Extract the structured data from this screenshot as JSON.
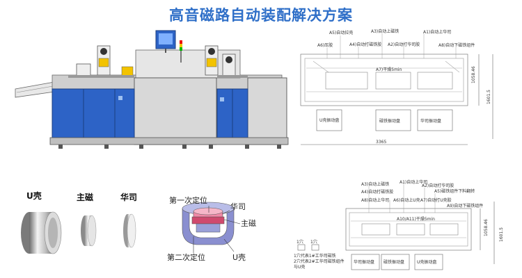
{
  "title": "高音磁路自动装配解决方案",
  "layout_top": {
    "labels": [
      "A5)自动拉壳",
      "A3)自动上磁铁",
      "A1)自动上华司",
      "A6)压胶",
      "A4)自动打磁铁胶",
      "A2)自动打华司胶",
      "A8)自动下磁铁组件",
      "A7)干燥5min",
      "U壳振动盘",
      "磁铁振动盘",
      "华司振动盘"
    ],
    "dims": [
      "1058.46",
      "1601.5",
      "3365"
    ]
  },
  "layout_bottom": {
    "labels": [
      "A3)自动上磁铁",
      "A1)自动上华司",
      "A4)自动打磁铁胶",
      "A2)自动打华司胶",
      "A5)磁铁组件下料翻转",
      "A8)自动上华司",
      "A6)自动上U壳",
      "A7)自动打U壳胶",
      "A9)自动下磁铁组件",
      "A10/A11)干燥5min",
      "华司振动盘",
      "磁铁振动盘",
      "U壳振动盘"
    ],
    "dims": [
      "1058.46",
      "1601.5"
    ],
    "notes": [
      "1穴",
      "1穴",
      "1穴代表1#工华司磁铁",
      "2穴代表2#工华司磁铁组件",
      "与U壳"
    ]
  },
  "parts": {
    "u_shell": "U壳",
    "main_magnet": "主磁",
    "washer": "华司"
  },
  "cross_section": {
    "first_position": "第一次定位",
    "second_position": "第二次定位",
    "washer": "华司",
    "main_magnet": "主磁",
    "u_shell": "U壳"
  },
  "colors": {
    "title": "#2f6fc8",
    "machine_blue": "#2d63c6",
    "machine_gray": "#d9d9d9",
    "accent_pink": "#e64a76",
    "section_blue": "#8a8fd0"
  }
}
